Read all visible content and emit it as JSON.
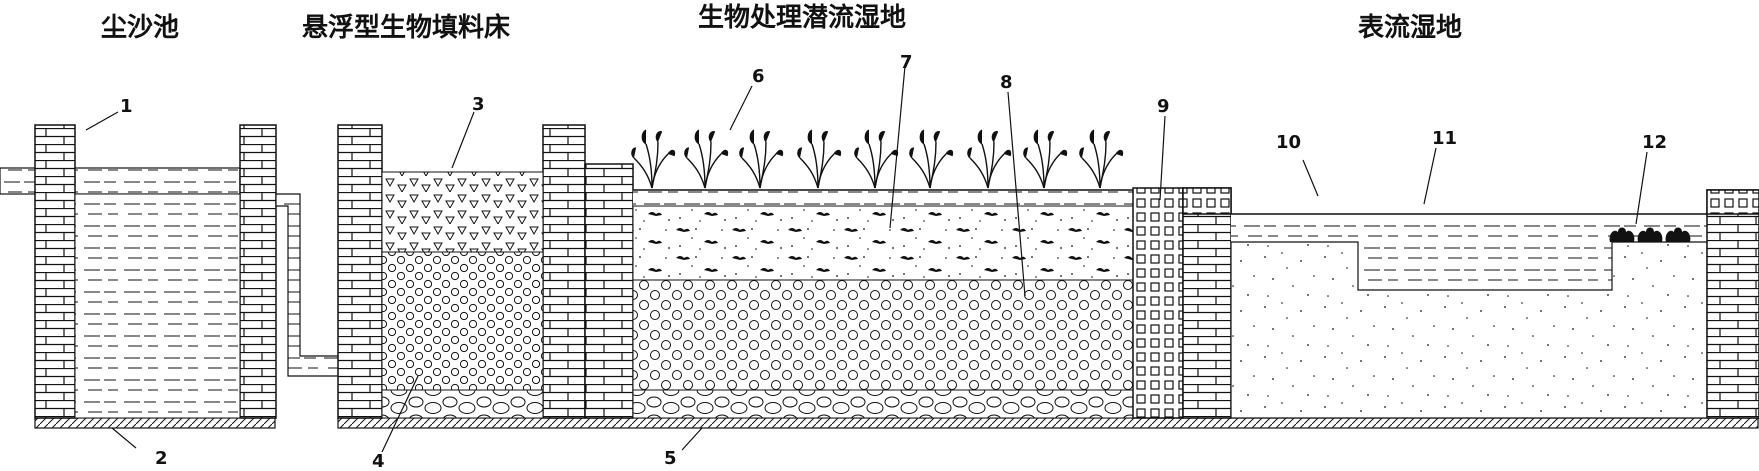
{
  "sections": [
    {
      "key": "grit_chamber",
      "title": "尘沙池"
    },
    {
      "key": "suspended_bed",
      "title": "悬浮型生物填料床"
    },
    {
      "key": "subsurface_wetland",
      "title": "生物处理潜流湿地"
    },
    {
      "key": "surface_wetland",
      "title": "表流湿地"
    }
  ],
  "callouts": [
    "1",
    "2",
    "3",
    "4",
    "5",
    "6",
    "7",
    "8",
    "9",
    "10",
    "11",
    "12"
  ],
  "colors": {
    "line": "#111111",
    "background": "#ffffff"
  }
}
